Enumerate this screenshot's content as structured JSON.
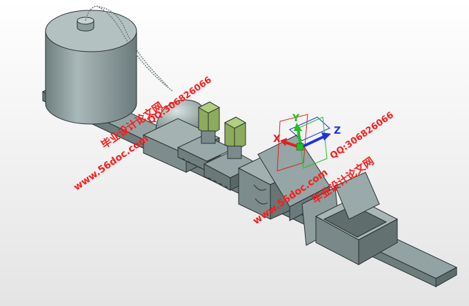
{
  "viewport": {
    "background_top": "#ffffff",
    "background_bottom": "#e6e6e6",
    "model_color": "#8c9d9d",
    "edge_color": "#2a3030"
  },
  "triad": {
    "x_label": "X",
    "y_label": "Y",
    "z_label": "Z",
    "x_color": "#e02020",
    "y_color": "#20c020",
    "z_color": "#2030e0"
  },
  "watermarks": {
    "color": "#ff1a1a",
    "left": {
      "qq": "QQ:306826066",
      "site_cn": "毕业设计论文网",
      "url": "www.56doc.com"
    },
    "right": {
      "qq": "QQ:306826066",
      "site_cn": "毕业设计论文网",
      "url": "www.56doc.com"
    }
  }
}
